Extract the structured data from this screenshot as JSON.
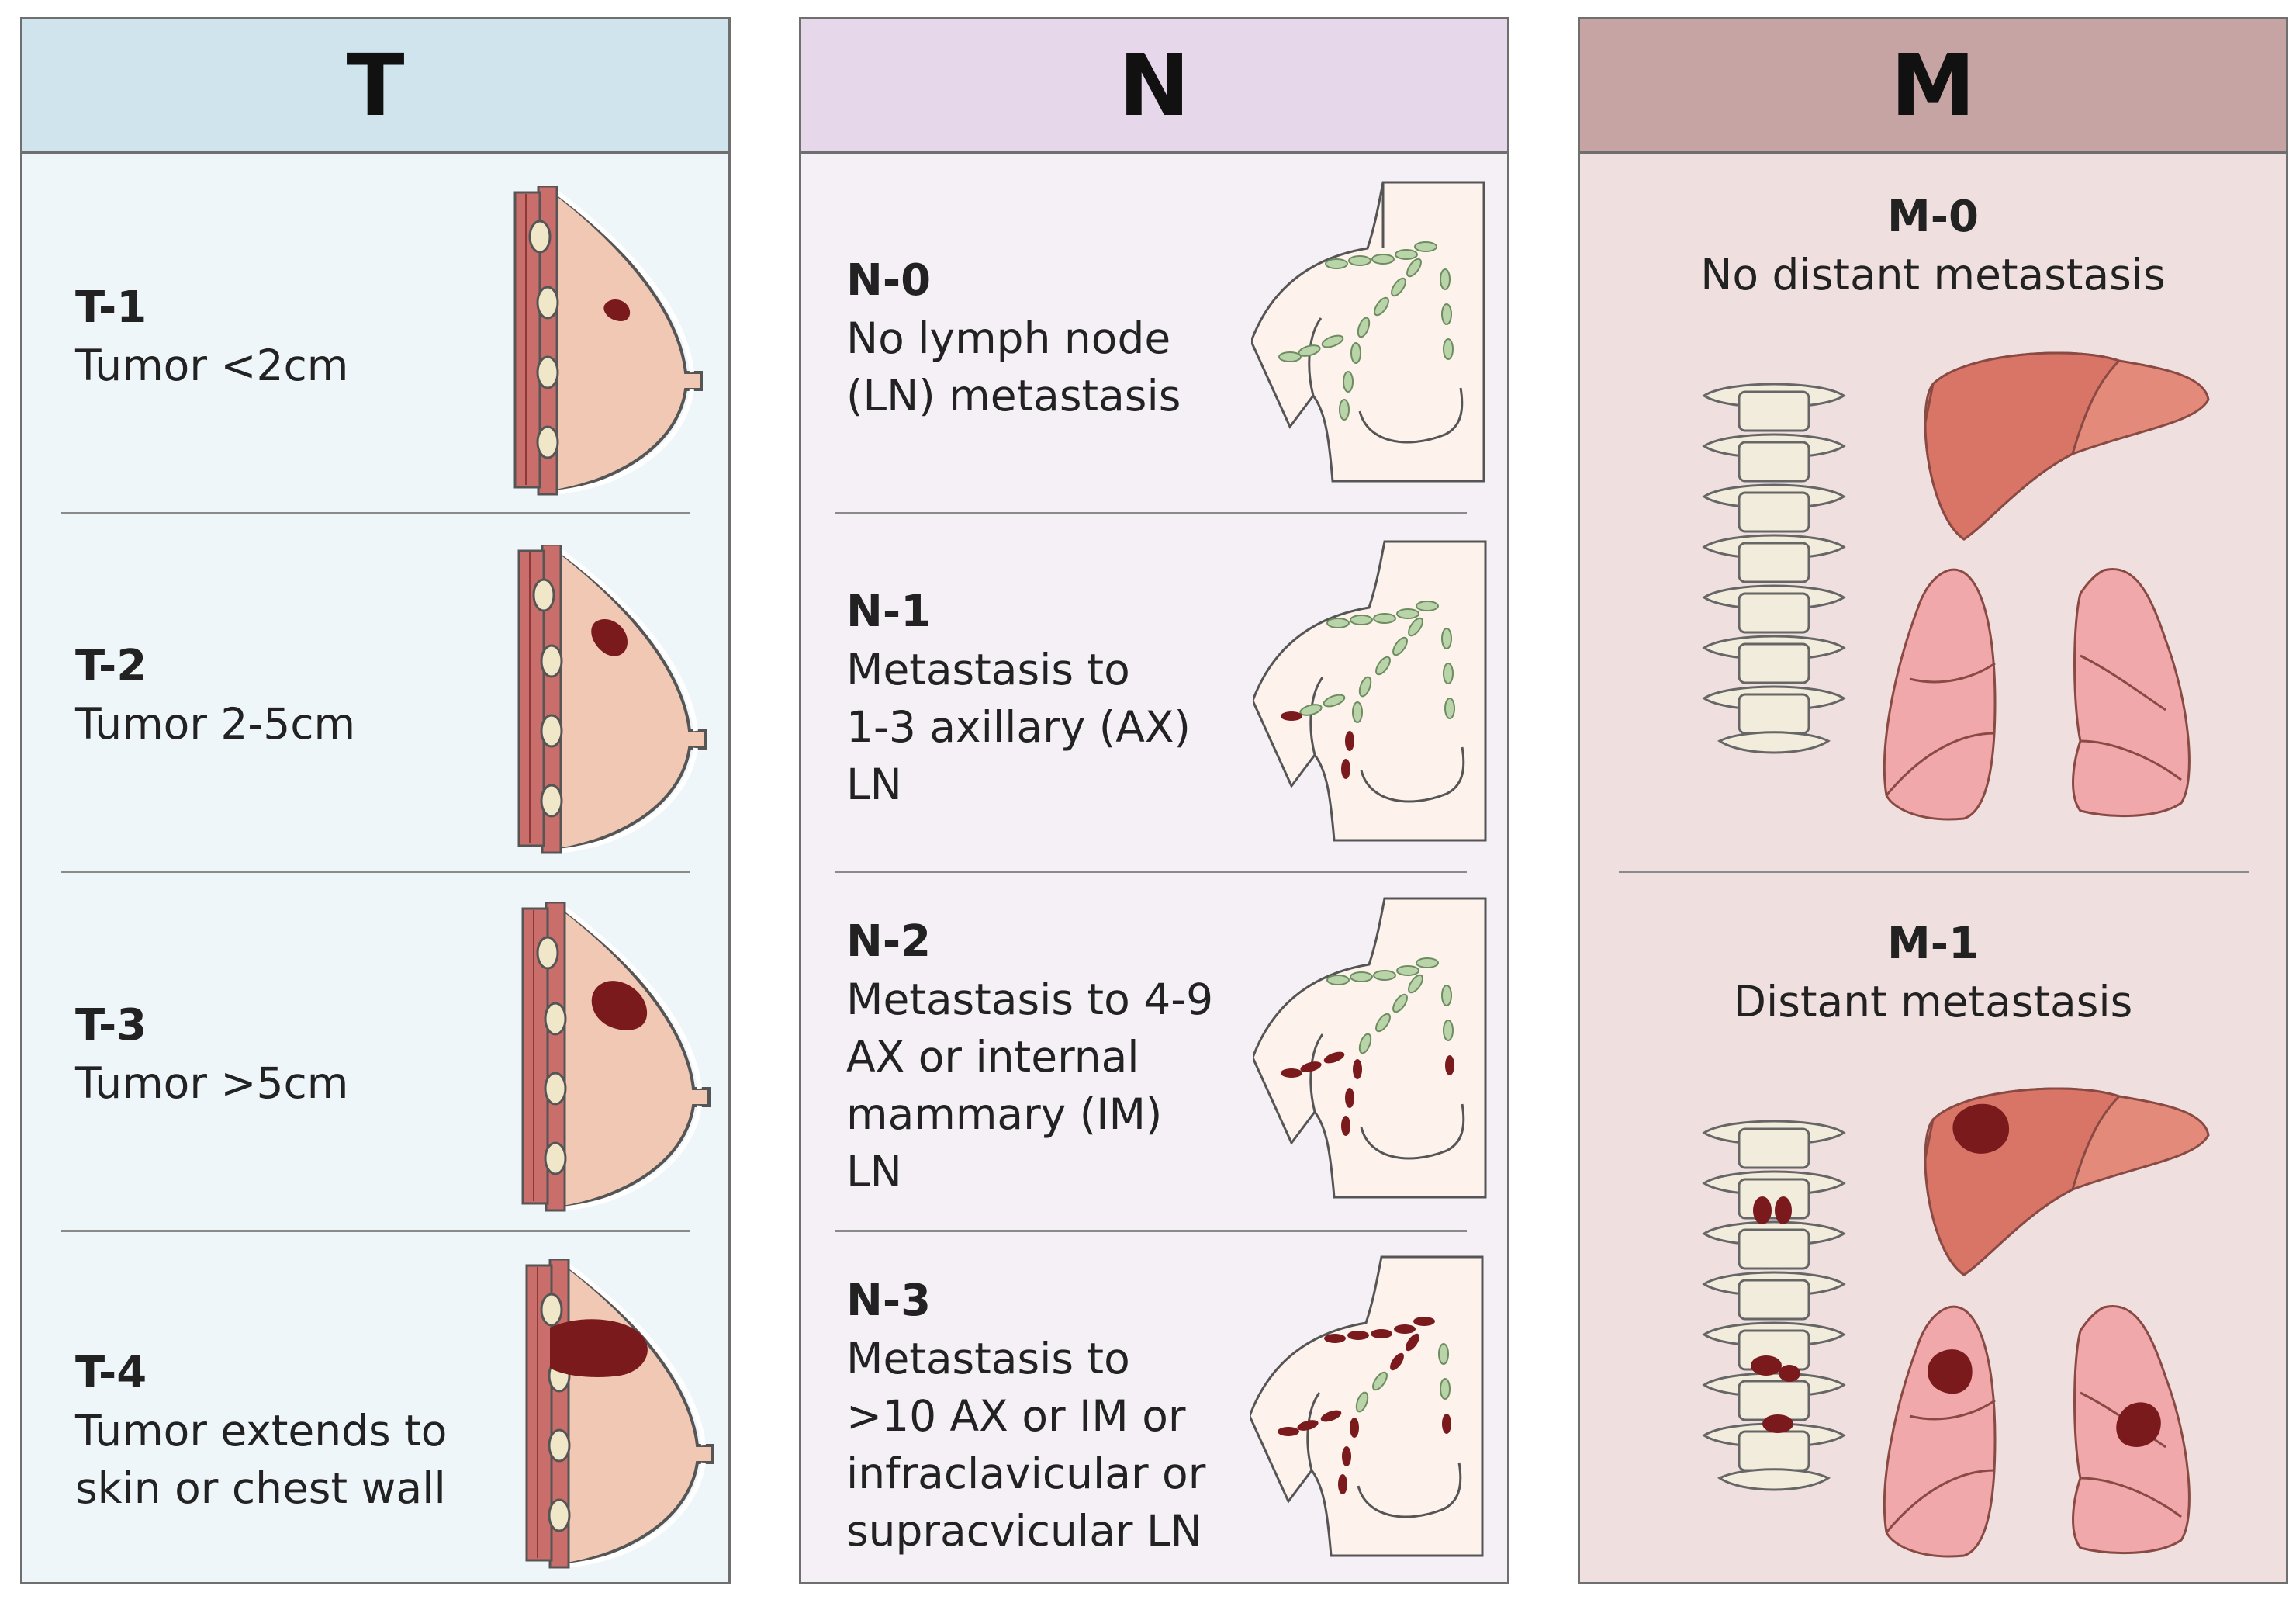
{
  "columns": {
    "t": {
      "header": "T",
      "colors": {
        "header": "#cfe4ec",
        "body": "#eef6fa"
      },
      "rows": [
        {
          "label": "T-1",
          "desc": [
            "Tumor <2cm"
          ]
        },
        {
          "label": "T-2",
          "desc": [
            "Tumor 2-5cm"
          ]
        },
        {
          "label": "T-3",
          "desc": [
            "Tumor >5cm"
          ]
        },
        {
          "label": "T-4",
          "desc": [
            "Tumor extends to",
            "skin or chest wall"
          ]
        }
      ]
    },
    "n": {
      "header": "N",
      "colors": {
        "header": "#e6d7ea",
        "body": "#f4f0f6"
      },
      "rows": [
        {
          "label": "N-0",
          "desc": [
            "No lymph node",
            "(LN) metastasis"
          ]
        },
        {
          "label": "N-1",
          "desc": [
            "Metastasis to",
            "1-3 axillary (AX)",
            "LN"
          ]
        },
        {
          "label": "N-2",
          "desc": [
            "Metastasis to 4-9",
            "AX or internal",
            "mammary (IM)",
            "LN"
          ]
        },
        {
          "label": "N-3",
          "desc": [
            "Metastasis to",
            ">10 AX or IM or",
            "infraclavicular or",
            "supracvicular LN"
          ]
        }
      ]
    },
    "m": {
      "header": "M",
      "colors": {
        "header": "#c6a4a4",
        "body": "#efdfdf"
      },
      "rows": [
        {
          "label": "M-0",
          "desc": [
            "No distant metastasis"
          ]
        },
        {
          "label": "M-1",
          "desc": [
            "Distant metastasis"
          ]
        }
      ]
    }
  },
  "colors": {
    "tumor": "#7a1a1c",
    "muscle": "#c96e6a",
    "breast": "#f0c8b4",
    "node": "#b8d4a8",
    "liver": "#e48a7a",
    "lung": "#f0a8aa",
    "spine": "#f2ecdc"
  }
}
